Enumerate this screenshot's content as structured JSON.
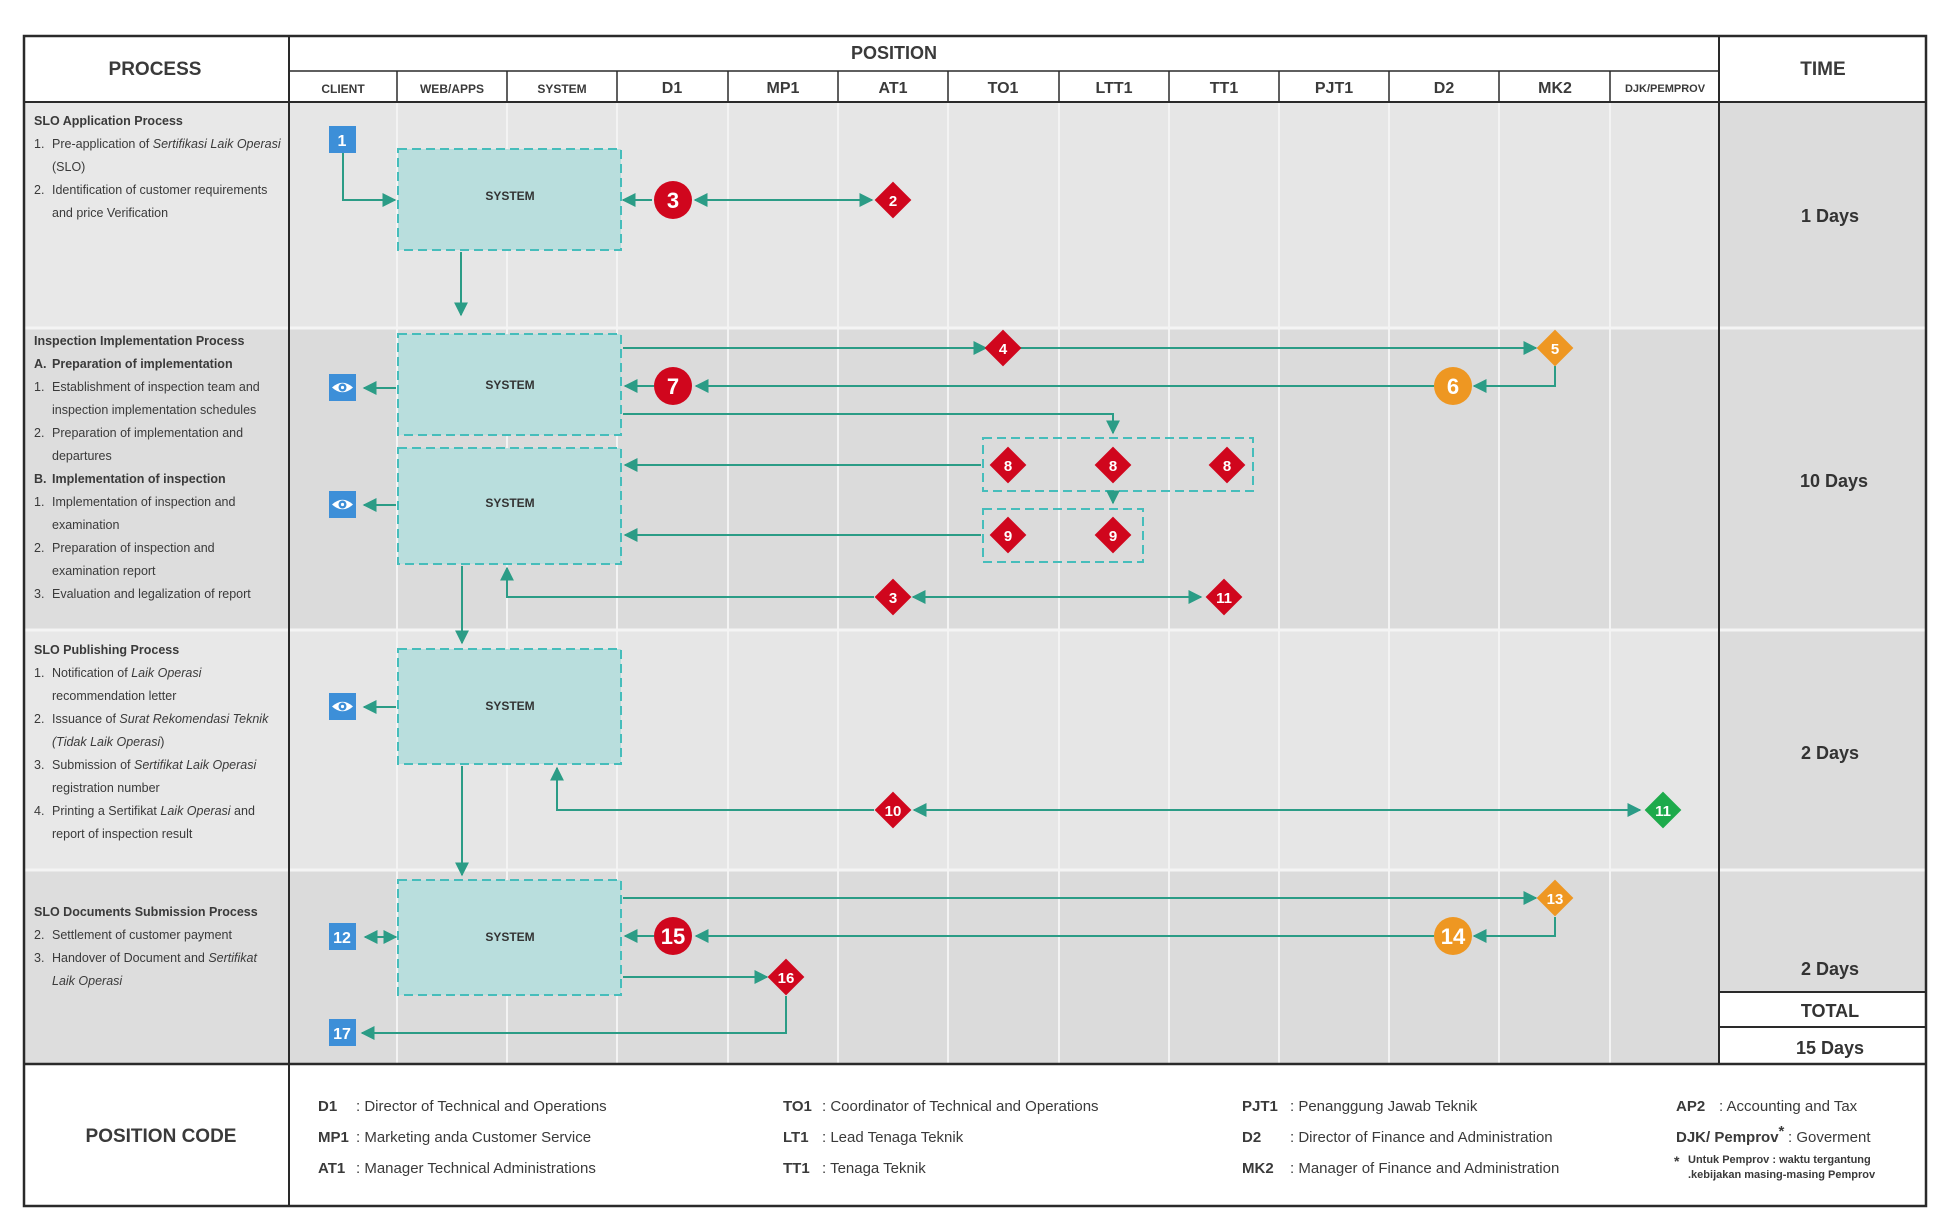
{
  "header": {
    "process": "PROCESS",
    "position": "POSITION",
    "time": "TIME",
    "columns": [
      "CLIENT",
      "WEB/APPS",
      "SYSTEM",
      "D1",
      "MP1",
      "AT1",
      "TO1",
      "LTT1",
      "TT1",
      "PJT1",
      "D2",
      "MK2",
      "DJK/PEMPROV"
    ]
  },
  "system_label": "SYSTEM",
  "sections": [
    {
      "title": "SLO Application Process",
      "lines": [
        {
          "num": "1.",
          "parts": [
            {
              "text": "Pre-application of "
            },
            {
              "text": "Sertifikasi Laik Operasi",
              "i": true
            }
          ]
        },
        {
          "num": "",
          "parts": [
            {
              "text": "(SLO)"
            }
          ]
        },
        {
          "num": "2.",
          "parts": [
            {
              "text": "Identification of customer requirements"
            }
          ]
        },
        {
          "num": "",
          "parts": [
            {
              "text": "and  price Verification"
            }
          ]
        }
      ],
      "time": "1 Days"
    },
    {
      "title": "Inspection Implementation Process",
      "lines": [
        {
          "num": "A.",
          "bold": true,
          "parts": [
            {
              "text": "Preparation of implementation"
            }
          ]
        },
        {
          "num": "1.",
          "parts": [
            {
              "text": "Establishment of inspection team and"
            }
          ]
        },
        {
          "num": "",
          "parts": [
            {
              "text": "inspection implementation schedules"
            }
          ]
        },
        {
          "num": "2.",
          "parts": [
            {
              "text": "Preparation of implementation and"
            }
          ]
        },
        {
          "num": "",
          "parts": [
            {
              "text": "departures"
            }
          ]
        },
        {
          "num": "B.",
          "bold": true,
          "parts": [
            {
              "text": "Implementation of inspection"
            }
          ]
        },
        {
          "num": "1.",
          "parts": [
            {
              "text": "Implementation of inspection and"
            }
          ]
        },
        {
          "num": "",
          "parts": [
            {
              "text": "examination"
            }
          ]
        },
        {
          "num": "2.",
          "parts": [
            {
              "text": "Preparation of inspection and"
            }
          ]
        },
        {
          "num": "",
          "parts": [
            {
              "text": "examination report"
            }
          ]
        },
        {
          "num": "3.",
          "parts": [
            {
              "text": "Evaluation and legalization of report"
            }
          ]
        }
      ],
      "time": "10 Days"
    },
    {
      "title": "SLO Publishing Process",
      "lines": [
        {
          "num": "1.",
          "parts": [
            {
              "text": "Notification of "
            },
            {
              "text": "Laik Operasi",
              "i": true
            }
          ]
        },
        {
          "num": "",
          "parts": [
            {
              "text": "recommendation letter"
            }
          ]
        },
        {
          "num": "2.",
          "parts": [
            {
              "text": "Issuance of "
            },
            {
              "text": "Surat Rekomendasi Teknik",
              "i": true
            }
          ]
        },
        {
          "num": "",
          "parts": [
            {
              "text": "(Tidak Laik Operasi",
              "i": true
            },
            {
              "text": ")"
            }
          ]
        },
        {
          "num": "3.",
          "parts": [
            {
              "text": "Submission of "
            },
            {
              "text": "Sertifikat Laik Operasi",
              "i": true
            }
          ]
        },
        {
          "num": "",
          "parts": [
            {
              "text": "registration number"
            }
          ]
        },
        {
          "num": "4.",
          "parts": [
            {
              "text": "Printing a Sertifikat "
            },
            {
              "text": "Laik Operasi",
              "i": true
            },
            {
              "text": " and"
            }
          ]
        },
        {
          "num": "",
          "parts": [
            {
              "text": "report of inspection result"
            }
          ]
        }
      ],
      "time": "2 Days"
    },
    {
      "title": "SLO Documents Submission Process",
      "lines": [
        {
          "num": "2.",
          "parts": [
            {
              "text": "Settlement of customer payment"
            }
          ]
        },
        {
          "num": "3.",
          "parts": [
            {
              "text": "Handover of Document and "
            },
            {
              "text": "Sertifikat",
              "i": true
            }
          ]
        },
        {
          "num": "",
          "parts": [
            {
              "text": "Laik Operasi",
              "i": true
            }
          ]
        }
      ],
      "time": "2 Days"
    }
  ],
  "total": {
    "label": "TOTAL",
    "value": "15 Days"
  },
  "nodes": {
    "n1": "1",
    "n2": "2",
    "n3a": "3",
    "n4": "4",
    "n5": "5",
    "n6": "6",
    "n7": "7",
    "n8a": "8",
    "n8b": "8",
    "n8c": "8",
    "n9a": "9",
    "n9b": "9",
    "n3b": "3",
    "n11a": "11",
    "n10": "10",
    "n11b": "11",
    "n12": "12",
    "n13": "13",
    "n14": "14",
    "n15": "15",
    "n16": "16",
    "n17": "17"
  },
  "legend": {
    "title": "POSITION CODE",
    "columns": [
      [
        {
          "code": "D1",
          "desc": ": Director of Technical and Operations"
        },
        {
          "code": "MP1",
          "desc": ": Marketing anda Customer Service"
        },
        {
          "code": "AT1",
          "desc": ": Manager Technical Administrations"
        }
      ],
      [
        {
          "code": "TO1",
          "desc": ": Coordinator of Technical and Operations"
        },
        {
          "code": "LT1",
          "desc": ": Lead Tenaga Teknik"
        },
        {
          "code": "TT1",
          "desc": ": Tenaga Teknik"
        }
      ],
      [
        {
          "code": "PJT1",
          "desc": ": Penanggung Jawab Teknik"
        },
        {
          "code": "D2",
          "desc": ": Director of Finance and Administration"
        },
        {
          "code": "MK2",
          "desc": ": Manager of Finance  and Administration"
        }
      ],
      [
        {
          "code": "AP2",
          "desc": ": Accounting and Tax"
        },
        {
          "code": "DJK/ Pemprov",
          "star": "*",
          "desc": ":  Goverment"
        }
      ]
    ],
    "footnote_star": "*",
    "footnote_lines": [
      "Untuk Pemprov : waktu tergantung",
      ".kebijakan masing-masing Pemprov"
    ]
  },
  "colors": {
    "red": "#D0061D",
    "orange": "#EE9722",
    "green": "#1DAA4B",
    "blue": "#3D8FD8",
    "teal": "#2B9C86",
    "box": "#B9DEDD",
    "boxStroke": "#46BDBB"
  }
}
